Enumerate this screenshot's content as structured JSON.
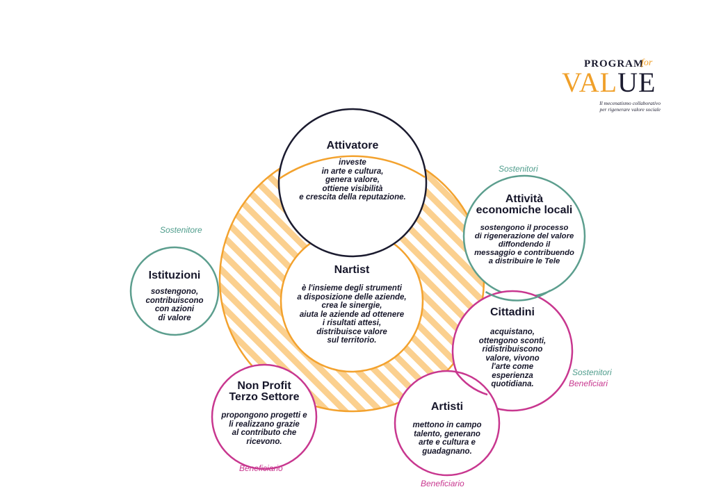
{
  "logo": {
    "program": "PROGRAM",
    "for": "for",
    "value_part1": "VAL",
    "value_part2": "UE",
    "tagline_line1": "Il mecenatismo collaborativo",
    "tagline_line2": "per rigenerare valore sociale"
  },
  "colors": {
    "navy": "#1b1b2f",
    "orange": "#f3a22e",
    "stripe": "#fbd08f",
    "teal": "#5c9e8e",
    "magenta": "#c8378f"
  },
  "nodes": {
    "attivatore": {
      "title": "Attivatore",
      "desc": [
        "investe",
        "in arte e cultura,",
        "genera valore,",
        "ottiene visibilità",
        "e crescita della reputazione."
      ]
    },
    "nartist": {
      "title": "Nartist",
      "desc": [
        "è l'insieme degli strumenti",
        "a disposizione delle aziende,",
        "crea le sinergie,",
        "aiuta le aziende ad ottenere",
        "i risultati attesi,",
        "distribuisce valore",
        "sul territorio."
      ]
    },
    "istituzioni": {
      "title": "Istituzioni",
      "role": "Sostenitore",
      "desc": [
        "sostengono,",
        "contribuiscono",
        "con azioni",
        "di valore"
      ]
    },
    "attivita": {
      "title_lines": [
        "Attività",
        "economiche locali"
      ],
      "role": "Sostenitori",
      "desc": [
        "sostengono il processo",
        "di rigenerazione del valore",
        "diffondendo il",
        "messaggio e contribuendo",
        "a distribuire le Tele"
      ]
    },
    "cittadini": {
      "title": "Cittadini",
      "role1": "Sostenitori",
      "role2": "Beneficiari",
      "desc": [
        "acquistano,",
        "ottengono sconti,",
        "ridistribuiscono",
        "valore, vivono",
        "l'arte come",
        "esperienza",
        "quotidiana."
      ]
    },
    "nonprofit": {
      "title_lines": [
        "Non Profit",
        "Terzo Settore"
      ],
      "role": "Beneficiario",
      "desc": [
        "propongono progetti e",
        "li realizzano grazie",
        "al contributo che",
        "ricevono."
      ]
    },
    "artisti": {
      "title": "Artisti",
      "role": "Beneficiario",
      "desc": [
        "mettono in campo",
        "talento, generano",
        "arte e cultura e",
        "guadagnano."
      ]
    }
  }
}
